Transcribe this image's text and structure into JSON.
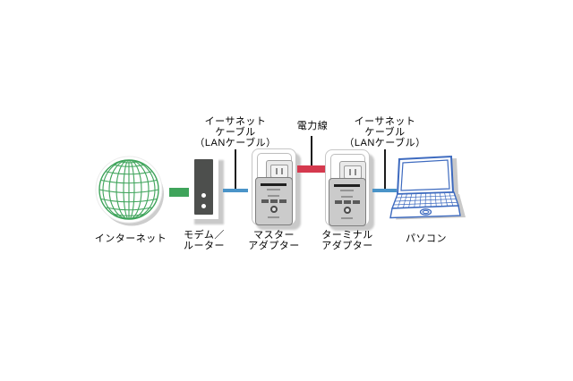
{
  "labels": {
    "internet": "インターネット",
    "modem_line1": "モデム／",
    "modem_line2": "ルーター",
    "master_line1": "マスター",
    "master_line2": "アダプター",
    "terminal_line1": "ターミナル",
    "terminal_line2": "アダプター",
    "pc": "パソコン",
    "ethernet_line1": "イーサネット",
    "ethernet_line2": "ケーブル",
    "ethernet_line3": "（LANケーブル）",
    "powerline": "電力線"
  },
  "icons": {
    "internet": "globe-icon",
    "modem": "modem-router-icon",
    "master_adapter": "powerline-adapter-icon",
    "terminal_adapter": "powerline-adapter-icon",
    "pc": "laptop-icon"
  },
  "colors": {
    "green": "#3fa45b",
    "blue": "#4a94c8",
    "red": "#d5394e",
    "laptop": "#3d6abf",
    "device_dark": "#4d4f4d",
    "adapter_gray": "#cbcbcb",
    "shadow": "#c9c9c9",
    "text": "#000000"
  }
}
